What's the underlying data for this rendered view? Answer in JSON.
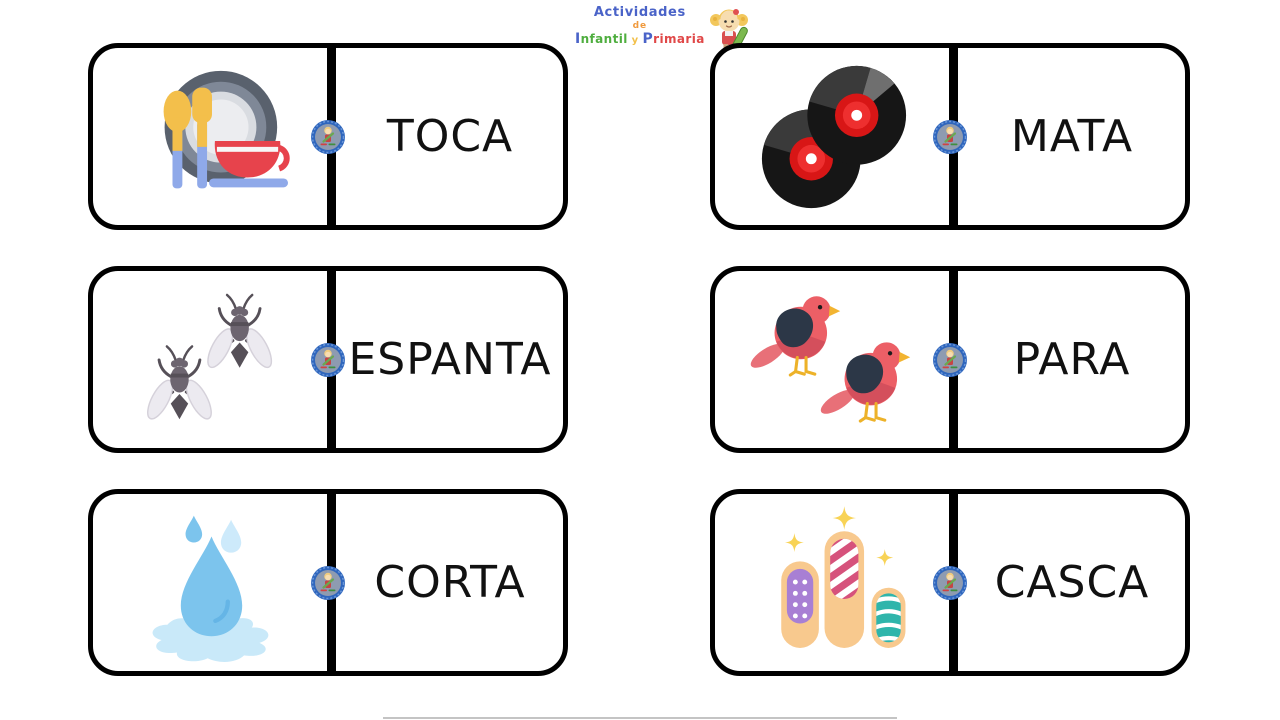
{
  "page": {
    "background": "#ffffff"
  },
  "logo": {
    "line1": "Actividades",
    "line2": "de",
    "line3": {
      "infantil_cap": "I",
      "infantil_rest": "nfantil",
      "conjunction": " y ",
      "primaria_cap": "P",
      "primaria_rest": "rimaria"
    },
    "mascot_icon": "girl-with-pencil-icon",
    "colors": {
      "blue": "#4a63c8",
      "orange": "#f09a3e",
      "green": "#4fae3f",
      "yellow": "#f2c04a",
      "red": "#e04848"
    }
  },
  "badge": {
    "icon": "logo-badge-icon",
    "ring_color": "#2f66bd",
    "fill_color": "#8e9bb1"
  },
  "card_style": {
    "border_color": "#000000",
    "text_color": "#111111"
  },
  "cards": [
    {
      "word": "TOCA",
      "icon": "dishes-icon"
    },
    {
      "word": "MATA",
      "icon": "records-icon"
    },
    {
      "word": "ESPANTA",
      "icon": "flies-icon"
    },
    {
      "word": "PARA",
      "icon": "birds-icon"
    },
    {
      "word": "CORTA",
      "icon": "water-drops-icon"
    },
    {
      "word": "CASCA",
      "icon": "nails-icon"
    }
  ]
}
